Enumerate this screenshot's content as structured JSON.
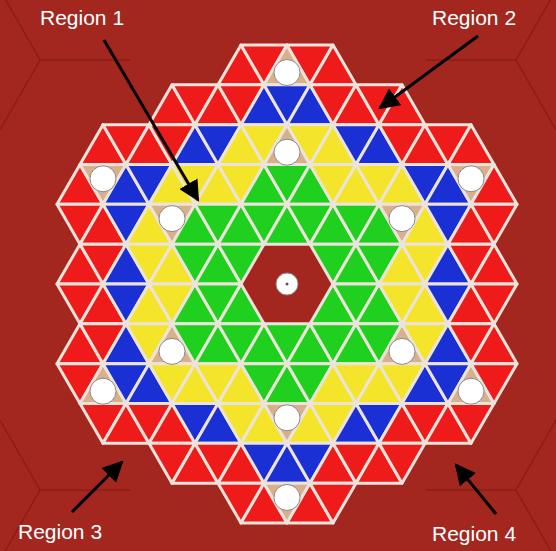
{
  "diagram": {
    "labels": [
      "Region 1",
      "Region 2",
      "Region 3",
      "Region 4"
    ]
  }
}
